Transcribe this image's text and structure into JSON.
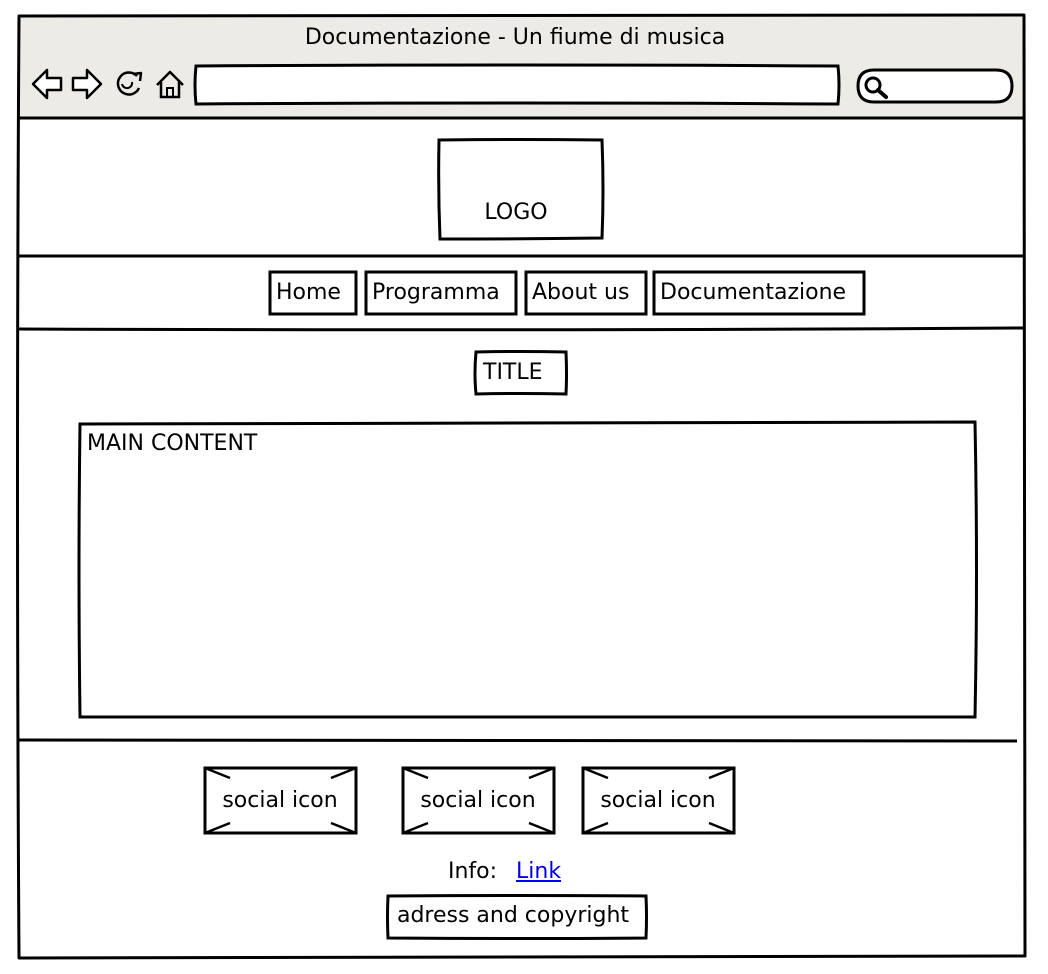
{
  "window": {
    "title": "Documentazione - Un fiume di musica",
    "address_value": "",
    "search_value": ""
  },
  "toolbar": {
    "icons": [
      "back-arrow-icon",
      "forward-arrow-icon",
      "reload-icon",
      "home-icon",
      "search-icon"
    ]
  },
  "header": {
    "logo_label": "LOGO"
  },
  "nav": {
    "items": [
      {
        "label": "Home"
      },
      {
        "label": "Programma"
      },
      {
        "label": "About us"
      },
      {
        "label": "Documentazione"
      }
    ]
  },
  "main": {
    "title": "TITLE",
    "content_label": "MAIN CONTENT"
  },
  "footer": {
    "social": [
      {
        "label": "social icon"
      },
      {
        "label": "social icon"
      },
      {
        "label": "social icon"
      }
    ],
    "info_label": "Info:",
    "info_link": "Link",
    "address_label": "adress and copyright"
  }
}
